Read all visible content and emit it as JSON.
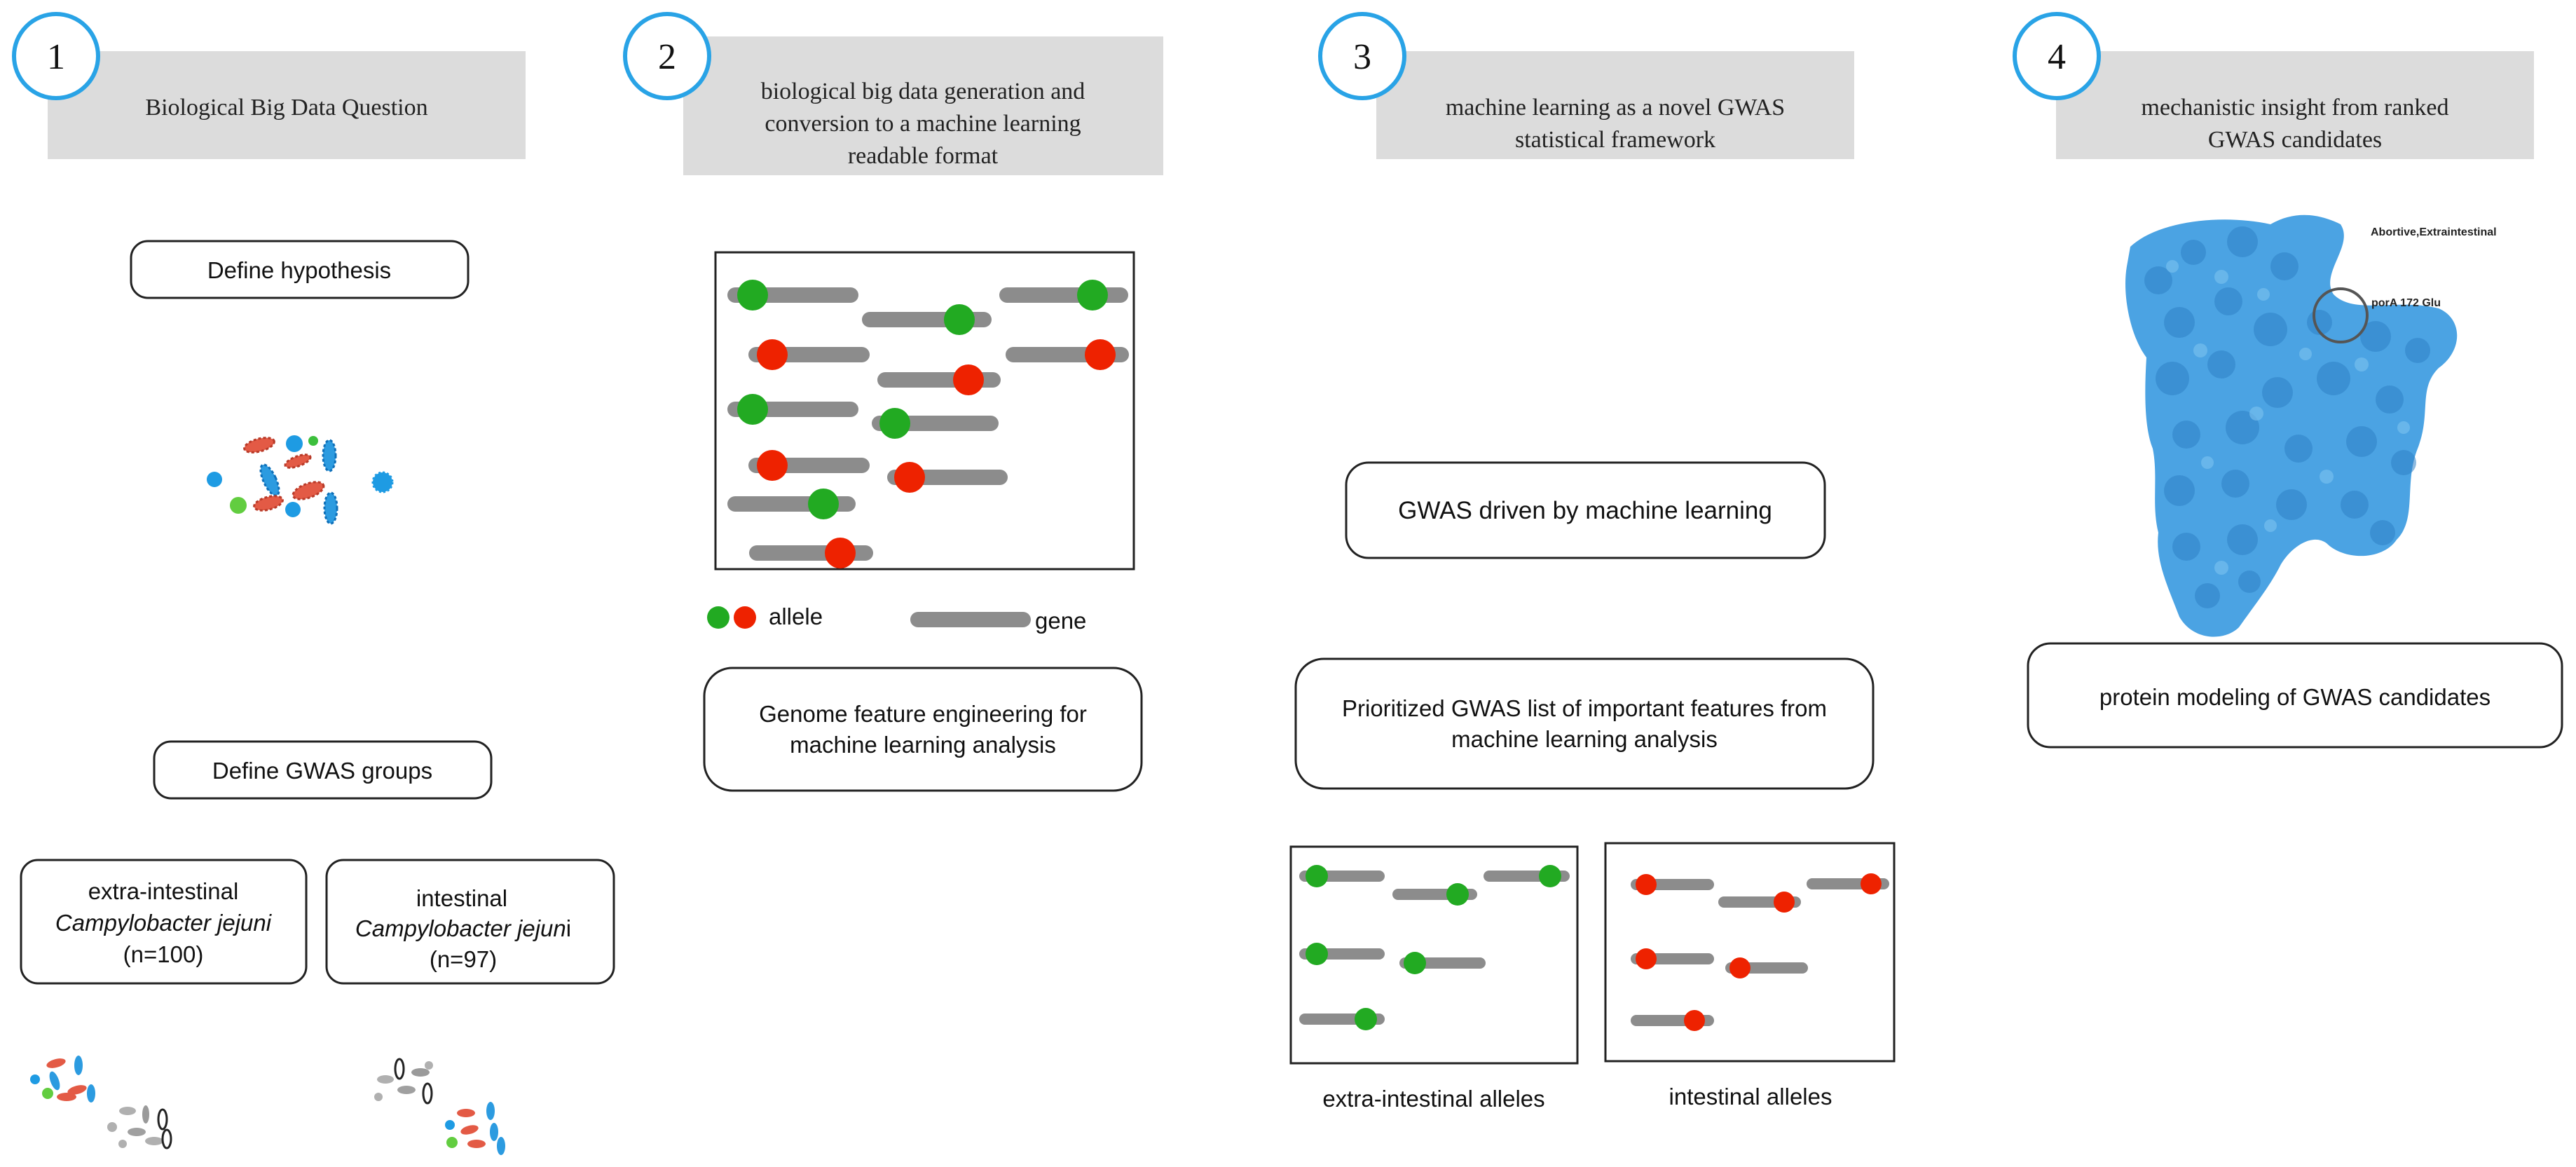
{
  "steps": [
    {
      "number": "1",
      "header": [
        "Biological Big Data Question"
      ]
    },
    {
      "number": "2",
      "header": [
        "biological big data generation and",
        "conversion to a machine learning",
        "readable format"
      ]
    },
    {
      "number": "3",
      "header": [
        "machine learning as a novel GWAS",
        "statistical framework"
      ]
    },
    {
      "number": "4",
      "header": [
        "mechanistic insight from ranked",
        "GWAS candidates"
      ]
    }
  ],
  "col1": {
    "hypothesis": "Define hypothesis",
    "groups": "Define GWAS groups",
    "extra_group": {
      "line1": "extra-intestinal",
      "line2": "Campylobacter jejuni",
      "line3": "(n=100)"
    },
    "intestinal_group": {
      "line1": "intestinal",
      "line2a": "Campylobacter jejun",
      "line2b": "i",
      "line3": "(n=97)"
    }
  },
  "col2": {
    "legend_allele": "allele",
    "legend_gene": "gene",
    "feature_box": [
      "Genome feature engineering for",
      "machine learning analysis"
    ]
  },
  "col3": {
    "gwas_box": "GWAS driven by machine learning",
    "prioritized_box": [
      "Prioritized GWAS list of important features from",
      "machine learning analysis"
    ],
    "extra_label": "extra-intestinal alleles",
    "intestinal_label": "intestinal alleles"
  },
  "col4": {
    "protein_label": "Abortive,Extraintestinal",
    "mutation_label": "porA 172 Glu",
    "modeling_box": "protein modeling of GWAS candidates"
  },
  "colors": {
    "allele_green": "#22aa22",
    "allele_red": "#ee2200",
    "gene_gray": "#8c8c8c",
    "header_gray": "#dcdcdc",
    "circle_blue": "#29a3e6",
    "protein_blue": "#4ba3e3"
  }
}
